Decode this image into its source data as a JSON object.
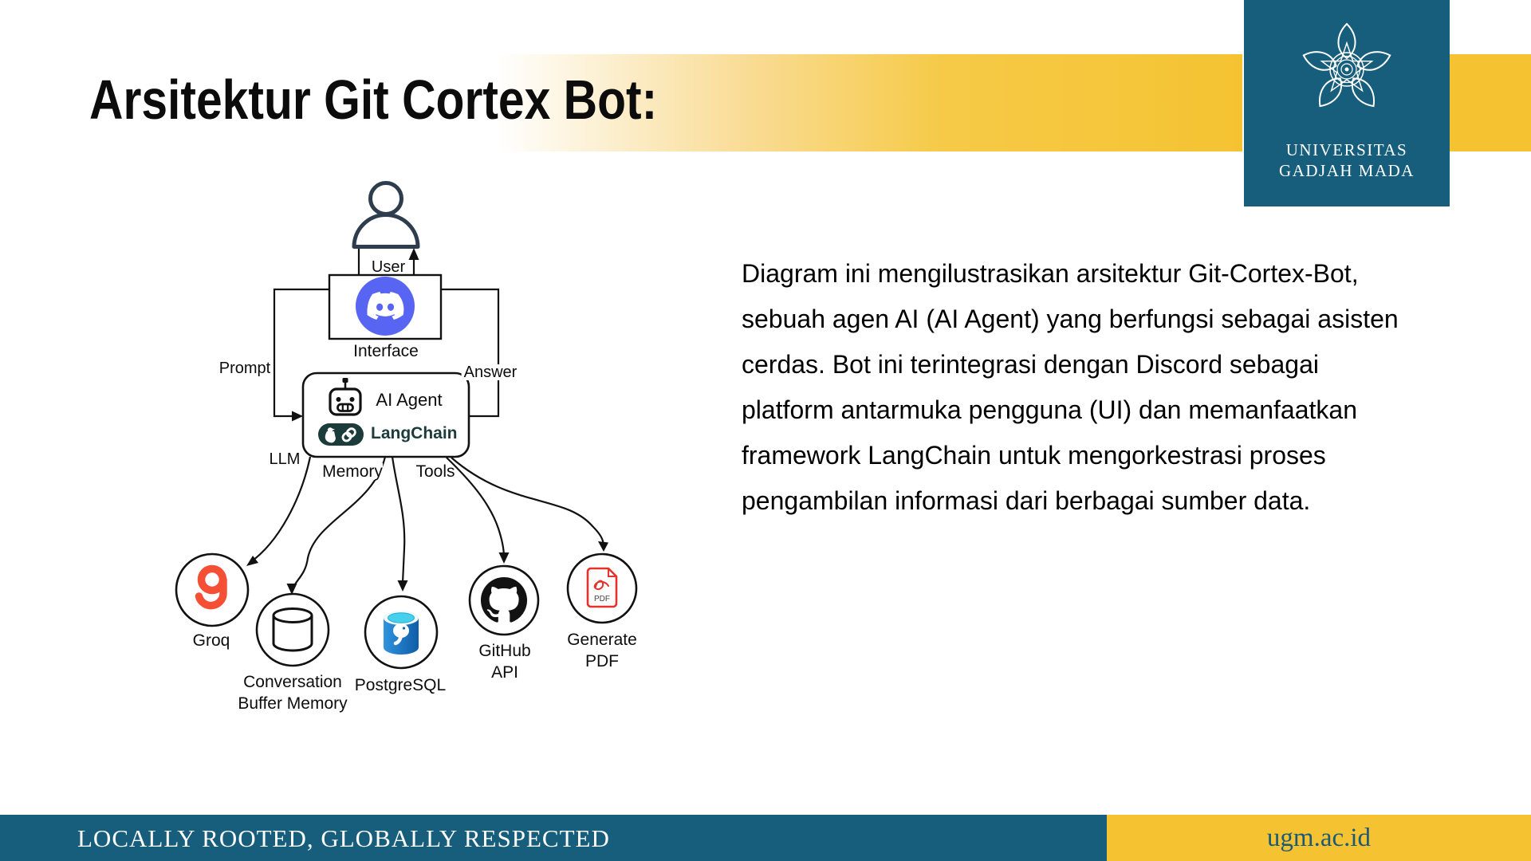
{
  "slide": {
    "title": "Arsitektur Git Cortex Bot:"
  },
  "logo": {
    "line1": "UNIVERSITAS",
    "line2": "GADJAH MADA"
  },
  "diagram": {
    "labels": {
      "user": "User",
      "interface": "Interface",
      "ai_agent": "AI Agent",
      "langchain": "LangChain",
      "prompt": "Prompt",
      "answer": "Answer",
      "llm": "LLM",
      "memory": "Memory",
      "tools": "Tools"
    },
    "nodes": [
      {
        "label": "Groq"
      },
      {
        "label": "Conversation Buffer Memory"
      },
      {
        "label": "PostgreSQL"
      },
      {
        "label": "GitHub API"
      },
      {
        "label": "Generate PDF"
      }
    ],
    "pdf_badge": "PDF"
  },
  "description": "Diagram ini mengilustrasikan arsitektur Git-Cortex-Bot, sebuah agen AI (AI Agent) yang berfungsi sebagai asisten cerdas. Bot ini terintegrasi dengan Discord sebagai platform antarmuka pengguna (UI) dan memanfaatkan framework LangChain untuk mengorkestrasi proses pengambilan informasi dari berbagai sumber data.",
  "footer": {
    "tagline": "LOCALLY ROOTED, GLOBALLY RESPECTED",
    "website": "ugm.ac.id"
  },
  "colors": {
    "accent_yellow": "#F5C332",
    "brand_teal": "#175E7C",
    "discord_blurple": "#5865F2",
    "langchain_teal": "#1C3C3C",
    "groq_red": "#F54F35",
    "pdf_red": "#E5322D",
    "postgres_blue": "#1566AE",
    "github_black": "#121212",
    "ink": "#111111"
  }
}
